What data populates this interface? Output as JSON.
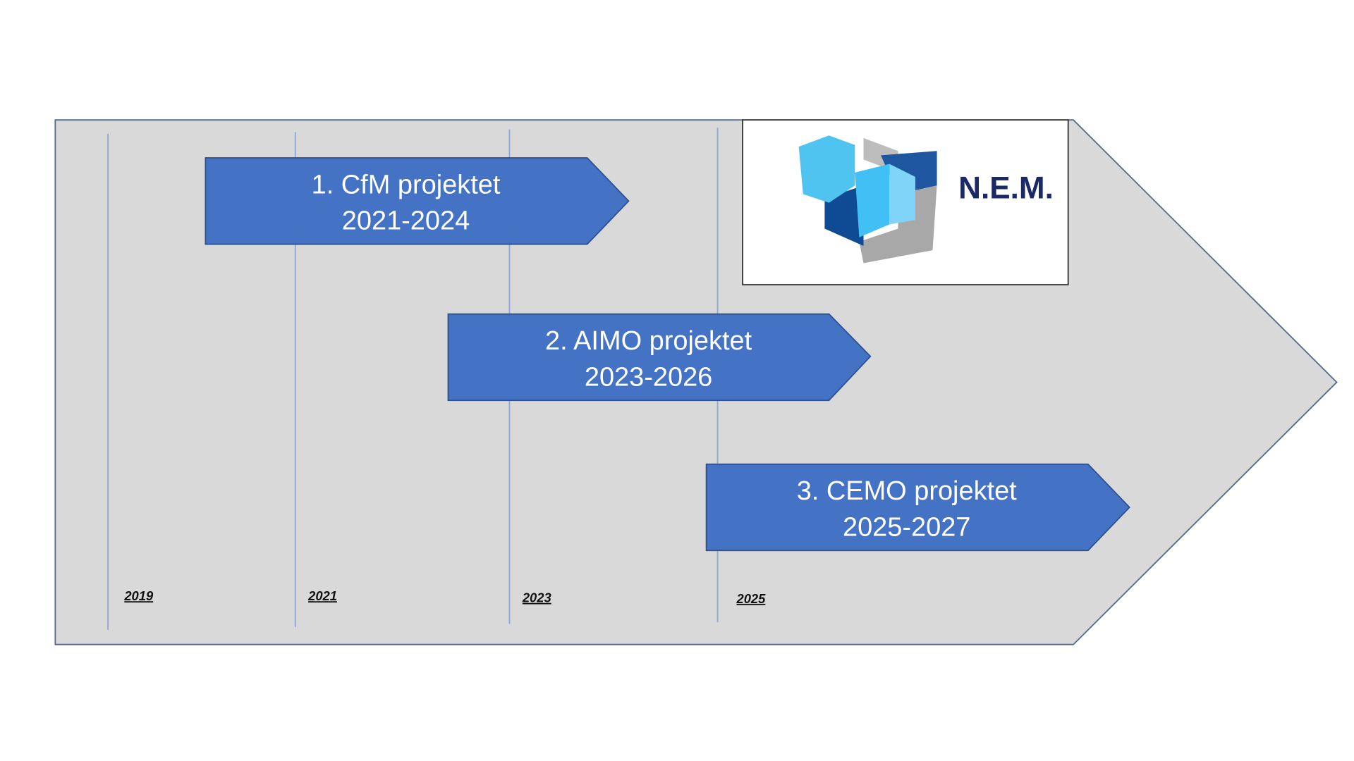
{
  "timeline": {
    "years": [
      "2019",
      "2021",
      "2023",
      "2025"
    ],
    "projects": [
      {
        "line1": "1.   CfM projektet",
        "line2": "2021-2024"
      },
      {
        "line1": "2. AIMO projektet",
        "line2": "2023-2026"
      },
      {
        "line1": "3. CEMO projektet",
        "line2": "2025-2027"
      }
    ]
  },
  "logo": {
    "text": "N.E.M."
  },
  "colors": {
    "arrow": "#4472c4",
    "background": "#d9d9d9",
    "gridline": "#8fa8d8"
  }
}
